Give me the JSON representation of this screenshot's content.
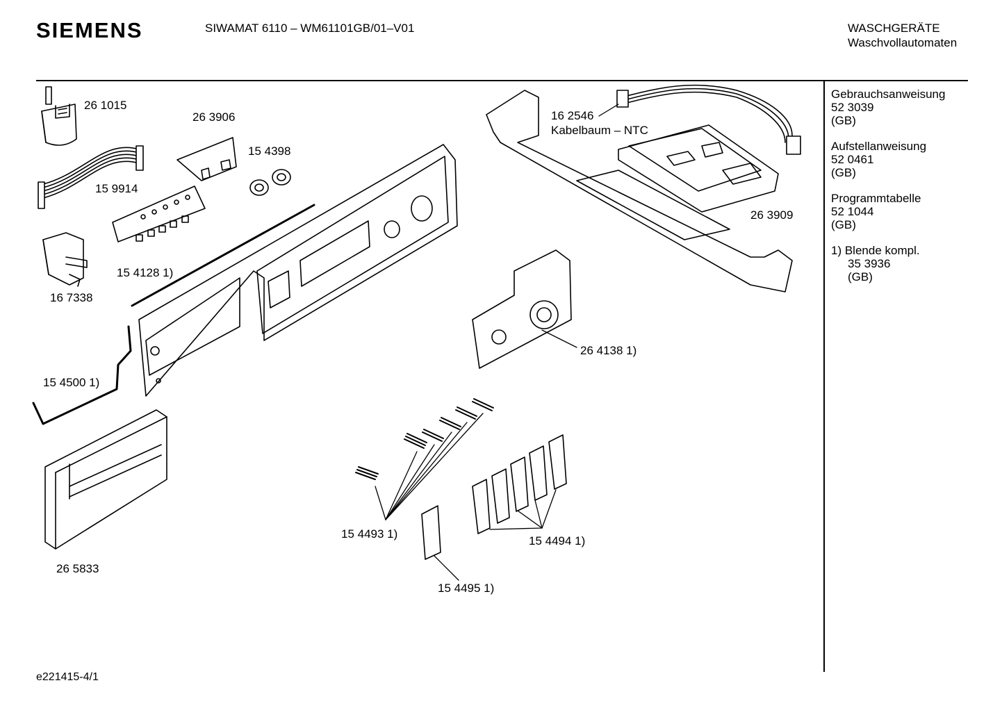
{
  "header": {
    "brand": "SIEMENS",
    "model": "SIWAMAT 6110 – WM61101GB/01–V01",
    "category_line1": "WASCHGERÄTE",
    "category_line2": "Waschvollautomaten"
  },
  "sidebar": {
    "docs": [
      {
        "title": "Gebrauchsanweisung",
        "number": "52 3039",
        "lang": "(GB)"
      },
      {
        "title": "Aufstellanweisung",
        "number": "52 0461",
        "lang": "(GB)"
      },
      {
        "title": "Programmtabelle",
        "number": "52 1044",
        "lang": "(GB)"
      }
    ],
    "note": {
      "title": "1) Blende kompl.",
      "number": "35 3936",
      "lang": "(GB)"
    }
  },
  "parts": {
    "p261015": "26 1015",
    "p263906": "26 3906",
    "p154398": "15 4398",
    "p159914": "15 9914",
    "p162546": "16 2546",
    "p162546_desc": "Kabelbaum – NTC",
    "p263909": "26 3909",
    "p167338": "16 7338",
    "p154128": "15 4128 1)",
    "p154500": "15 4500 1)",
    "p264138": "26 4138 1)",
    "p265833": "26 5833",
    "p154493": "15 4493 1)",
    "p154494": "15 4494 1)",
    "p154495": "15 4495 1)"
  },
  "footer": {
    "code": "e221415-4/1"
  }
}
